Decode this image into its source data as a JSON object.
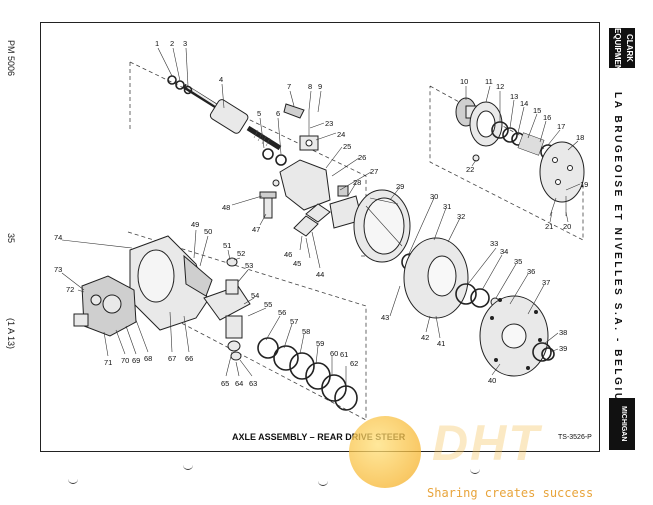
{
  "page": {
    "doc_code": "PM 5006",
    "page_number": "35",
    "section_ref": "(1 A 13)",
    "manufacturer": "LA BRUGEOISE ET NIVELLES S.A. - BELGIUM",
    "brand_top": "CLARK EQUIPMENT",
    "brand_bottom": "MICHIGAN",
    "caption": "AXLE ASSEMBLY – REAR DRIVE STEER",
    "figure_code": "TS-3526-P"
  },
  "watermark": {
    "letters": "DHT",
    "tagline": "Sharing creates success"
  },
  "callouts": [
    "1",
    "2",
    "3",
    "4",
    "5",
    "6",
    "7",
    "8",
    "9",
    "10",
    "11",
    "12",
    "13",
    "14",
    "15",
    "16",
    "17",
    "18",
    "19",
    "20",
    "21",
    "22",
    "23",
    "24",
    "25",
    "26",
    "27",
    "28",
    "29",
    "30",
    "31",
    "32",
    "33",
    "34",
    "35",
    "36",
    "37",
    "38",
    "39",
    "40",
    "41",
    "42",
    "43",
    "44",
    "45",
    "46",
    "47",
    "48",
    "49",
    "50",
    "51",
    "52",
    "53",
    "54",
    "55",
    "56",
    "57",
    "58",
    "59",
    "60",
    "61",
    "62",
    "63",
    "64",
    "65",
    "66",
    "67",
    "68",
    "69",
    "70",
    "71",
    "72",
    "73",
    "74"
  ]
}
